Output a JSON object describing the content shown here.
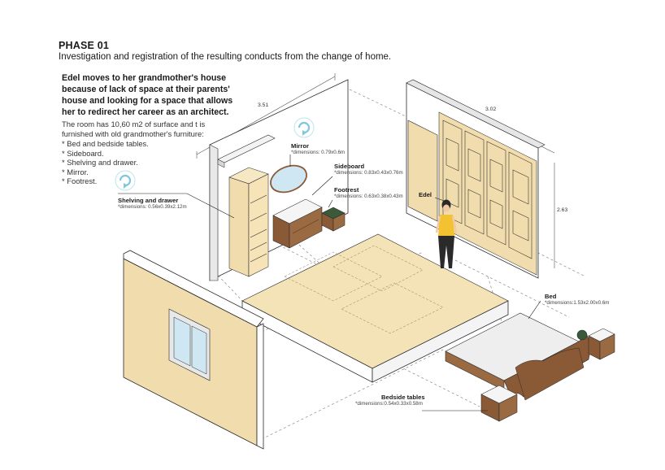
{
  "header": {
    "phase": "PHASE 01",
    "subtitle": "Investigation and registration of the resulting conducts from the change of home."
  },
  "intro": {
    "bold": "Edel moves to her grandmother's house because of lack of space at their parents' house and looking for a space that allows her to redirect her career as an architect.",
    "body": "The room has 10,60 m2 of surface and t is furnished with old grandmother's furniture:",
    "items": [
      "* Bed and bedside tables.",
      "* Sideboard.",
      "* Shelving and drawer.",
      "* Mirror.",
      "* Footrest."
    ]
  },
  "labels": {
    "mirror": {
      "name": "Mirror",
      "dims": "*dimensions: 0.79x0.6m"
    },
    "sideboard": {
      "name": "Sideboard",
      "dims": "*dimensions: 0.83x0.43x0.76m"
    },
    "footrest": {
      "name": "Footrest",
      "dims": "*dimensions: 0.63x0.38x0.43m"
    },
    "shelving": {
      "name": "Shelving and drawer",
      "dims": "*dimensions: 0.56x0.39x2.12m"
    },
    "edel": {
      "name": "Edel"
    },
    "bed": {
      "name": "Bed",
      "dims": "*dimensions:1.53x2.00x0.6m"
    },
    "bedside": {
      "name": "Bedside tables",
      "dims": "*dimensions:0.54x0.33x0.58m"
    }
  },
  "dimensions": {
    "left_wall_width": "3.51",
    "right_wall_width": "3.02",
    "height": "2.63"
  },
  "colors": {
    "wood_light": "#f0dcac",
    "floor": "#f5e3b8",
    "wood_dark": "#8a5a36",
    "accent_cyan": "#7ec8dc",
    "shirt": "#f2c230",
    "line": "#2a2a2a"
  },
  "icons": [
    "refresh-icon",
    "refresh-icon"
  ]
}
